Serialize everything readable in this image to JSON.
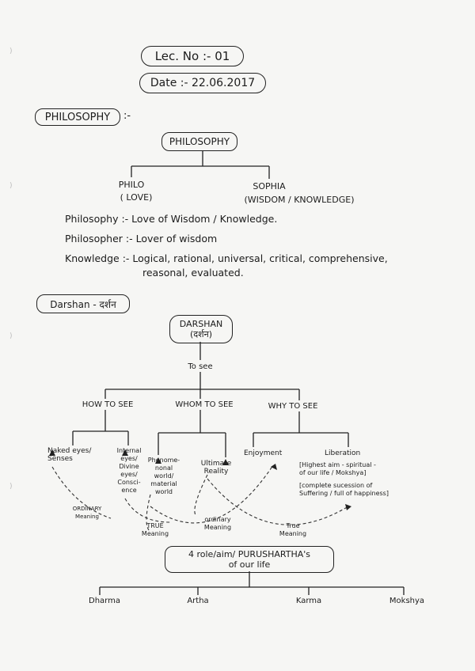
{
  "header": {
    "lecture": "Lec. No :- 01",
    "date": "Date :- 22.06.2017"
  },
  "philosophy_section": {
    "heading": "PHILOSOPHY",
    "heading_suffix": ":-",
    "diagram_root": "PHILOSOPHY",
    "left_branch": {
      "term": "PHILO",
      "meaning": "( LOVE)"
    },
    "right_branch": {
      "term": "SOPHIA",
      "meaning": "(WISDOM / KNOWLEDGE)"
    },
    "definitions": [
      {
        "term": "Philosophy",
        "text": ":- Love of Wisdom / Knowledge."
      },
      {
        "term": "Philosopher",
        "text": ":- Lover of wisdom"
      },
      {
        "term": "Knowledge",
        "text": ":- Logical, rational, universal, critical, comprehensive,",
        "text2": "reasonal, evaluated."
      }
    ]
  },
  "darshan_section": {
    "heading": "Darshan - दर्शन",
    "root_line1": "DARSHAN",
    "root_line2": "(दर्शन)",
    "to_see": "To see",
    "branches": [
      {
        "label": "HOW TO SEE",
        "children": [
          "Naked eyes/\nSenses",
          "Internal\neyes/\nDivine\neyes/\nConsci-\nence"
        ]
      },
      {
        "label": "WHOM TO SEE",
        "children": [
          "Phenome-\nnonal\nworld/\nmaterial\nworld",
          "Ultimate\nReality"
        ]
      },
      {
        "label": "WHY TO SEE",
        "children": [
          "Enjoyment",
          "Liberation"
        ]
      }
    ],
    "liberation_note1": "[Highest aim - spiritual -\nof our life / Mokshya]",
    "liberation_note2": "[complete sucession of\nSuffering / full of happiness]",
    "meanings": {
      "ordinary_left": "ORDINARY\nMeaning",
      "true_left": "TRUE\nMeaning",
      "ordinary_right": "ordinary\nMeaning",
      "true_right": "True\nMeaning"
    },
    "purushartha_line1": "4 role/aim/ PURUSHARTHA's",
    "purushartha_line2": "of our life",
    "purusharthas": [
      "Dharma",
      "Artha",
      "Karma",
      "Mokshya"
    ]
  }
}
